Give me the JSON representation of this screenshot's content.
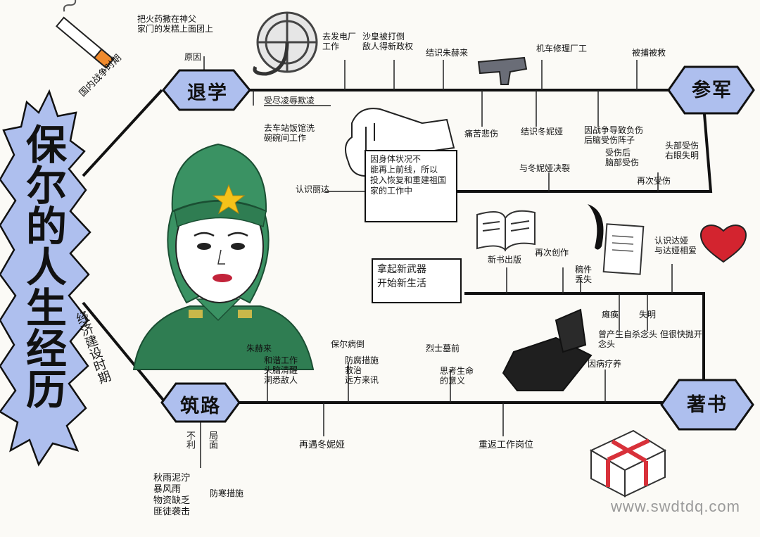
{
  "title": "保尔的人生经历",
  "periods": {
    "top": "国内战争时期",
    "bottom": "经济建设时期"
  },
  "nodes": {
    "tuixue": "退学",
    "canjun": "参军",
    "zhulu": "筑路",
    "zhushu": "著书"
  },
  "top_branch": {
    "yuanyin_label": "原因",
    "yuanyin_text": "把火药撒在神父\n家门的发糕上面团上",
    "fandian": "去车站饭馆洗\n碗碗间工作",
    "shoujin": "受尽凌辱欺凌",
    "dianchang": "去发电厂\n工作",
    "chuanbu": "沙皇被打倒\n敌人得新政权",
    "zhudong": "结识朱赫来",
    "jiqi": "机车修理厂工",
    "beibu": "被捕被救",
    "tongku": "痛苦悲伤",
    "dongni": "结识冬妮娅",
    "zhanzheng": "因战争导致负伤\n后脑受伤阵子",
    "jiaoqi": "与冬妮娅决裂",
    "shoushang_a": "受伤后\n脑部受伤",
    "shoushang_b": "头部受伤\n右眼失明",
    "zaici": "再次受伤",
    "renshi": "认识丽达"
  },
  "center_box": "因身体状况不\n能再上前线，所以\n投入恢复和重建祖国\n家的工作中",
  "right_branch": {
    "xinshu": "新书出版",
    "zaici_chuangzuo": "再次创作",
    "shigao": "稿件\n丢失",
    "aiqing": "认识达娅\n与达娅相爱",
    "tanhuan": "瘫痪",
    "shiming": "失明",
    "jianchi": "曾产生自杀念头 但很快抛开念头",
    "yinbing": "因病疗养"
  },
  "lower_box": "拿起新武器\n开始新生活",
  "bottom_branch": {
    "zhuhelai": "朱赫来",
    "gongzuo": "和谐工作\n头脑清醒\n洞悉敌人",
    "bingtuan": "保尔病倒",
    "fangfu": "防腐措施\n救治\n远方来讯",
    "lieshi": "烈士墓前",
    "rensheng": "思考生命\n的意义",
    "zaiyu": "再遇冬妮娅",
    "chongfan": "重返工作岗位",
    "buli_label": "不利",
    "jumian_label": "局面",
    "difficulty": "秋雨泥泞\n暴风雨\n物资缺乏\n匪徒袭击",
    "fanghan": "防寒措施"
  },
  "watermark": "www.swdtdq.com",
  "colors": {
    "hex_blue": "#aebfee",
    "hat_green": "#3a9263",
    "uniform_green": "#2f7d52",
    "heart_red": "#d3242f",
    "gift_red": "#d8313a"
  }
}
